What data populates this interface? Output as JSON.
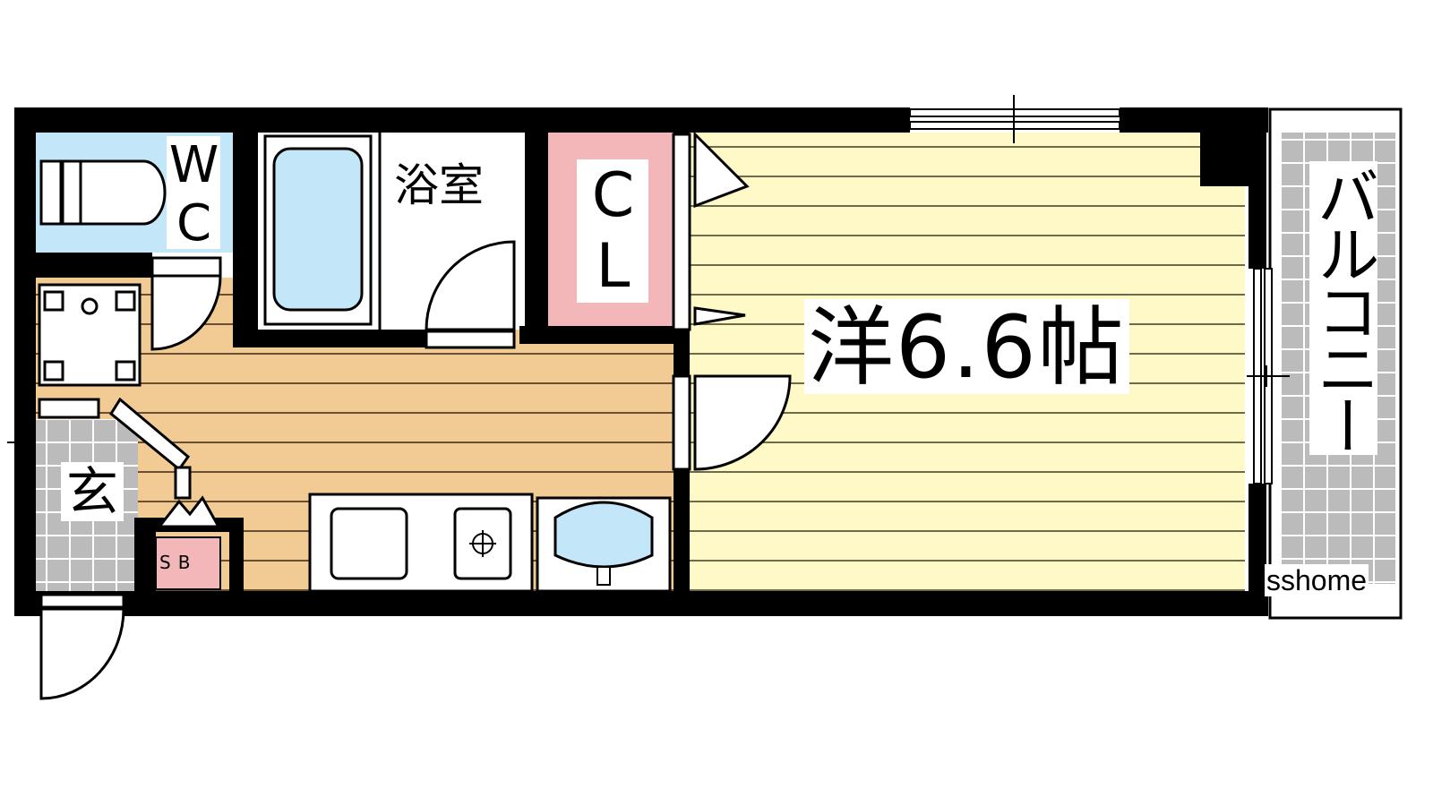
{
  "rooms": {
    "wc": "WC",
    "bath": "浴室",
    "closet": "CL",
    "western_room": "洋6.6帖",
    "entrance": "玄",
    "shoe_box": "SB",
    "balcony": "バルコニー"
  },
  "watermark": "sshome",
  "colors": {
    "wall": "#000000",
    "western_room_floor": "#FFF9C8",
    "kitchen_floor": "#F2CB94",
    "water_area": "#C3E6F8",
    "closet_fill": "#F4B7B9",
    "tile": "#B9B9B9"
  }
}
